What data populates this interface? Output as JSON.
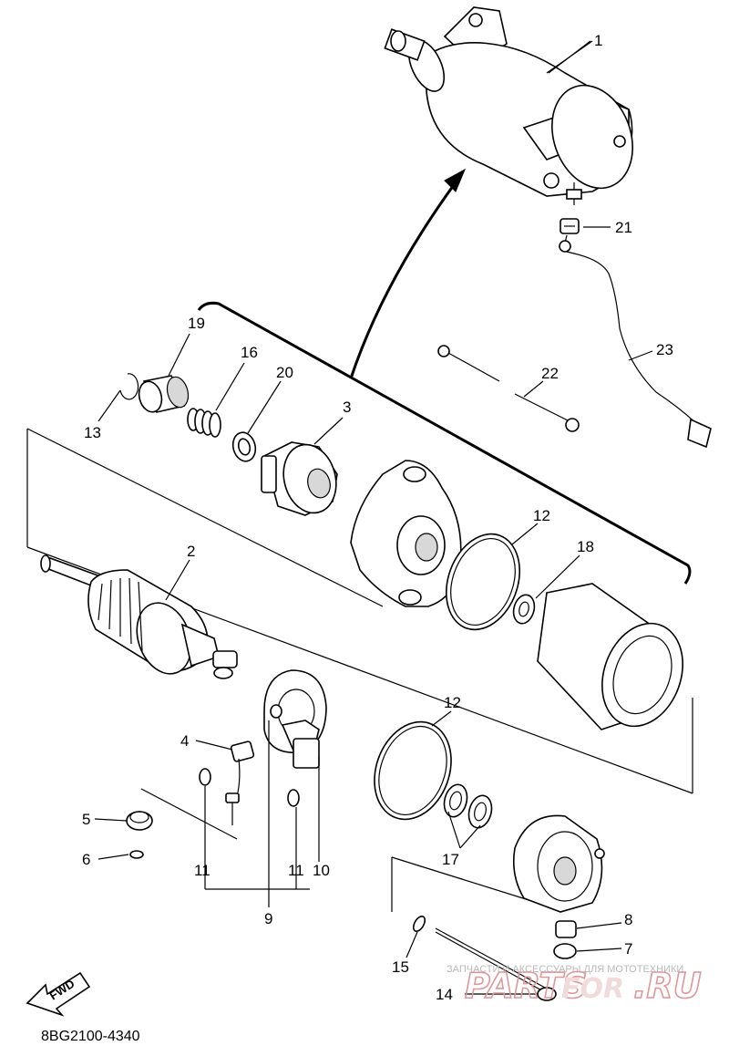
{
  "diagram_code": "8BG2100-4340",
  "fwd_label": "FWD",
  "watermark": {
    "top_text": "ЗАПЧАСТИ И АКСЕССУАРЫ ДЛЯ МОТОТЕХНИКИ",
    "brand_left": "PARTS",
    "brand_mid": "FOR",
    "brand_right": ".RU"
  },
  "callouts": {
    "c1": "1",
    "c2": "2",
    "c3": "3",
    "c4": "4",
    "c5": "5",
    "c6": "6",
    "c7": "7",
    "c8": "8",
    "c9": "9",
    "c10": "10",
    "c11a": "11",
    "c11b": "11",
    "c12a": "12",
    "c12b": "12",
    "c13": "13",
    "c14": "14",
    "c15": "15",
    "c16": "16",
    "c17": "17",
    "c18": "18",
    "c19": "19",
    "c20": "20",
    "c21": "21",
    "c22": "22",
    "c23": "23"
  },
  "icons": {
    "fwd_arrow": "fwd-arrow-icon",
    "exploded_arrow": "up-arrow-icon"
  }
}
